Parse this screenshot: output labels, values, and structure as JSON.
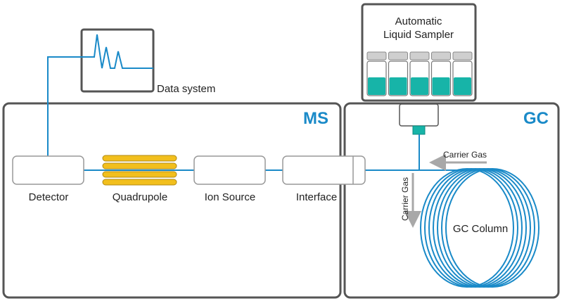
{
  "diagram": {
    "colors": {
      "blue": "#1a8ac8",
      "frame": "#555555",
      "box_stroke": "#999999",
      "gold": "#f2bf1d",
      "gold_stroke": "#b08a12",
      "liquid": "#17b4a8",
      "arrow": "#a8a8a8",
      "cap": "#cfcfcf"
    },
    "labels": {
      "ms": "MS",
      "gc": "GC",
      "data_system": "Data system",
      "sampler_line1": "Automatic",
      "sampler_line2": "Liquid Sampler",
      "detector": "Detector",
      "quadrupole": "Quadrupole",
      "ion_source": "Ion Source",
      "interface": "Interface",
      "carrier_gas_horizontal": "Carrier Gas",
      "carrier_gas_vertical": "Carrier Gas",
      "gc_column": "GC Column"
    },
    "vial_count": 5
  }
}
